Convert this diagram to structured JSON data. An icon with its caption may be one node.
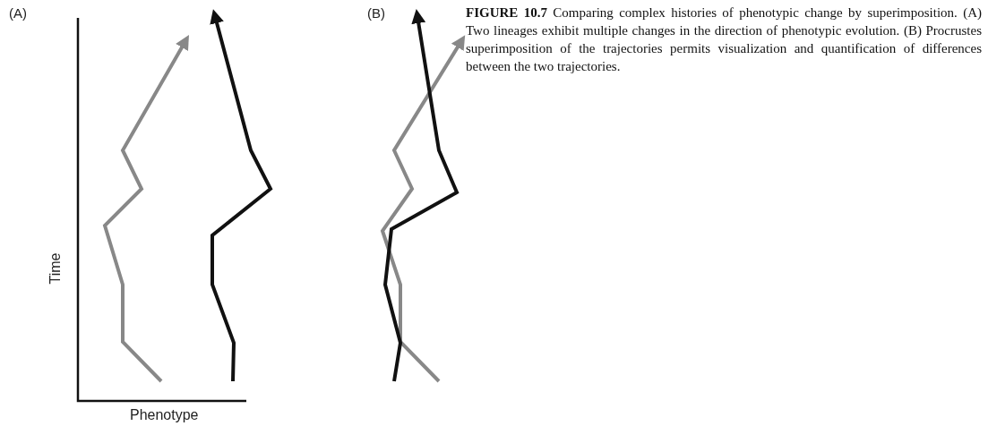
{
  "diagram": {
    "caption": "**FIGURE 10.7** Comparing complex histories of phenotypic change by superimposition. (A) Two lineages exhibit multiple changes in the direction of phenotypic evolution. (B) Procrustes superimposition of the trajectories permits visualization and quantification of differences between the two trajectories.",
    "labels": [
      "(A)",
      "Time",
      "Phenotype",
      "(B)"
    ]
  }
}
